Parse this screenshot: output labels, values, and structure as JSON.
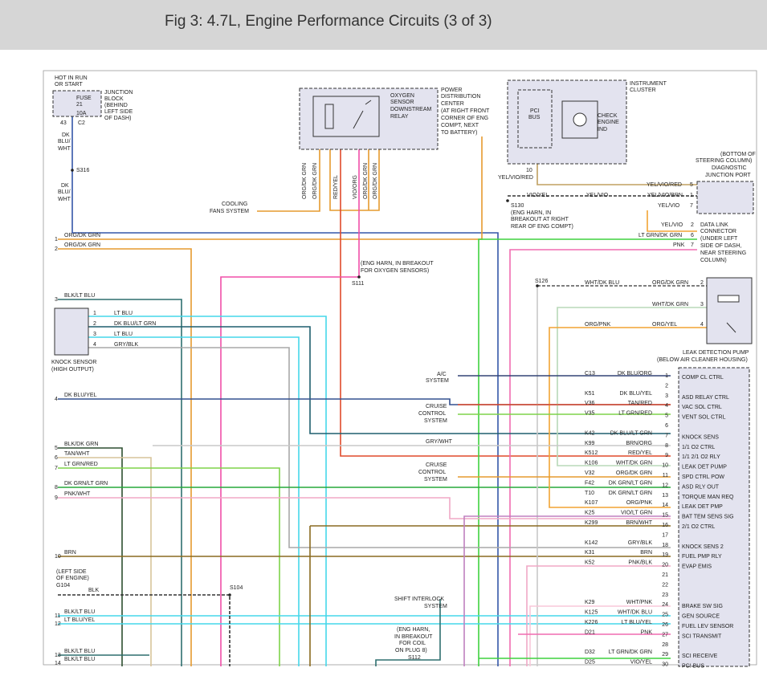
{
  "title": "Fig 3: 4.7L, Engine Performance Circuits (3 of 3)",
  "colors": {
    "dk_blu_wht": "#3557a8",
    "org_dk_grn": "#e69a2e",
    "blk_lt_blu": "#2e6f6f",
    "lt_blu": "#45d7ea",
    "dk_blu_lt_grn": "#1f5f6e",
    "gry_blk": "#a8a8a8",
    "dk_blu_yel": "#34508f",
    "blk_dk_grn": "#2d4f30",
    "tan_wht": "#d7c49a",
    "lt_grn_red": "#7fd34a",
    "dk_grn_lt_grn": "#27a83a",
    "pnk_wht": "#f0a8c6",
    "brn": "#8a6a20",
    "red_yel": "#e04a2a",
    "vio_org": "#f04fa8",
    "lt_grn_dk_grn": "#3fd23f",
    "gry_wht": "#c8c8c8",
    "wht_dk_grn": "#b8d8b8",
    "org_yel": "#f2a434",
    "pnk": "#f06cb0",
    "wht_pnk": "#f8c8da",
    "vio_lt_grn": "#c080c0"
  },
  "labels": {
    "hot_run_start": [
      "HOT IN RUN",
      "OR START"
    ],
    "fuse": [
      "FUSE",
      "21",
      "10A"
    ],
    "junction_block": [
      "JUNCTION",
      "BLOCK",
      "(BEHIND",
      "LEFT SIDE",
      "OF DASH)"
    ],
    "c2": "C2",
    "pin43": "43",
    "dk_blu_wht_1": [
      "DK",
      "BLU/",
      "WHT"
    ],
    "s316": "S316",
    "dk_blu_wht_2": [
      "DK",
      "BLU/",
      "WHT"
    ],
    "o2_relay": [
      "OXYGEN",
      "SENSOR",
      "DOWNSTREAM",
      "RELAY"
    ],
    "pdc": [
      "POWER",
      "DISTRIBUTION",
      "CENTER",
      "(AT RIGHT FRONT",
      "CORNER OF ENG",
      "COMPT, NEXT",
      "TO BATTERY)"
    ],
    "relay_wires": [
      "ORG/DK GRN",
      "ORG/DK GRN",
      "RED/YEL",
      "VIO/ORG",
      "ORG/DK GRN",
      "ORG/DK GRN"
    ],
    "cooling_fans": [
      "COOLING",
      "FANS SYSTEM"
    ],
    "instrument_cluster": [
      "INSTRUMENT",
      "CLUSTER"
    ],
    "pci_bus": [
      "PCI",
      "BUS"
    ],
    "check_engine": [
      "CHECK",
      "ENGINE",
      "IND"
    ],
    "pin10": "10",
    "yel_vio_red_1": "YEL/VIO/RED",
    "steering_col": [
      "(BOTTOM OF",
      "STEERING COLUMN)",
      "DIAGNOSTIC",
      "JUNCTION PORT"
    ],
    "yel_vio_red_2": "YEL/VIO/RED",
    "pin5": "5",
    "vio_yel": "VIO/YEL",
    "yel_vio": "YEL/VIO",
    "yel_vio_brn": "YEL/VIO/BRN",
    "pin1": "1",
    "yel_vio_7": "YEL/VIO",
    "pin7": "7",
    "s130": [
      "S130",
      "(ENG HARN, IN",
      "BREAKOUT AT RIGHT",
      "REAR OF ENG COMPT)"
    ],
    "yel_vio_2": "YEL/VIO",
    "pin2": "2",
    "lt_grn_dk_grn_6": "LT GRN/DK GRN",
    "pin6": "6",
    "pnk_7": "PNK",
    "pin7b": "7",
    "dlc": [
      "DATA LINK",
      "CONNECTOR",
      "(UNDER LEFT",
      "SIDE OF DASH,",
      "NEAR STEERING",
      "COLUMN)"
    ],
    "eng_harn_o2": [
      "(ENG HARN, IN BREAKOUT",
      "FOR OXYGEN SENSORS)"
    ],
    "s111": "S111",
    "left_pins": [
      {
        "n": "1",
        "w": "ORG/DK GRN"
      },
      {
        "n": "2",
        "w": "ORG/DK GRN"
      },
      {
        "n": "3",
        "w": "BLK/LT BLU"
      },
      {
        "n": "4",
        "w": "DK BLU/YEL"
      },
      {
        "n": "5",
        "w": "BLK/DK GRN"
      },
      {
        "n": "6",
        "w": "TAN/WHT"
      },
      {
        "n": "7",
        "w": "LT GRN/RED"
      },
      {
        "n": "8",
        "w": "DK GRN/LT GRN"
      },
      {
        "n": "9",
        "w": "PNK/WHT"
      },
      {
        "n": "10",
        "w": "BRN"
      },
      {
        "n": "11",
        "w": "BLK/LT BLU"
      },
      {
        "n": "12",
        "w": "LT BLU/YEL"
      },
      {
        "n": "13",
        "w": "BLK/LT BLU"
      },
      {
        "n": "14",
        "w": "BLK/LT BLU"
      }
    ],
    "knock_sensor": [
      "KNOCK SENSOR",
      "(HIGH OUTPUT)"
    ],
    "knock_pins": [
      {
        "n": "1",
        "w": "LT BLU"
      },
      {
        "n": "2",
        "w": "DK BLU/LT GRN"
      },
      {
        "n": "3",
        "w": "LT BLU"
      },
      {
        "n": "4",
        "w": "GRY/BLK"
      }
    ],
    "s126": "S126",
    "ldp_wires": [
      {
        "a": "WHT/DK BLU",
        "b": "ORG/DK GRN",
        "n": "2"
      },
      {
        "a": "",
        "b": "WHT/DK GRN",
        "n": "3"
      },
      {
        "a": "ORG/PNK",
        "b": "ORG/YEL",
        "n": "4"
      }
    ],
    "leak_detection_pump": [
      "LEAK DETECTION PUMP",
      "(BELOW AIR CLEANER HOUSING)"
    ],
    "ac_system": [
      "A/C",
      "SYSTEM"
    ],
    "cruise_1": [
      "CRUISE",
      "CONTROL",
      "SYSTEM"
    ],
    "cruise_2": [
      "CRUISE",
      "CONTROL",
      "SYSTEM"
    ],
    "gry_wht": "GRY/WHT",
    "left_side_engine": [
      "(LEFT SIDE",
      "OF ENGINE)",
      "G104"
    ],
    "blk": "BLK",
    "s104": "S104",
    "shift_interlock": [
      "SHIFT INTERLOCK",
      "SYSTEM"
    ],
    "eng_harn_coil": [
      "(ENG HARN,",
      "IN BREAKOUT",
      "FOR COIL",
      "ON PLUG 8)",
      "S112"
    ],
    "pcm_rows": [
      {
        "n": "1",
        "c": "C13",
        "w": "DK BLU/ORG",
        "f": "COMP CL CTRL"
      },
      {
        "n": "2",
        "c": "",
        "w": "",
        "f": ""
      },
      {
        "n": "3",
        "c": "K51",
        "w": "DK BLU/YEL",
        "f": "ASD RELAY CTRL"
      },
      {
        "n": "4",
        "c": "V36",
        "w": "TAN/RED",
        "f": "VAC SOL CTRL"
      },
      {
        "n": "5",
        "c": "V35",
        "w": "LT GRN/RED",
        "f": "VENT SOL CTRL"
      },
      {
        "n": "6",
        "c": "",
        "w": "",
        "f": ""
      },
      {
        "n": "7",
        "c": "K42",
        "w": "DK BLU/LT GRN",
        "f": "KNOCK SENS"
      },
      {
        "n": "8",
        "c": "K99",
        "w": "BRN/ORG",
        "f": "1/1 O2 CTRL"
      },
      {
        "n": "9",
        "c": "K512",
        "w": "RED/YEL",
        "f": "1/1 2/1 O2 RLY"
      },
      {
        "n": "10",
        "c": "K106",
        "w": "WHT/DK GRN",
        "f": "LEAK DET PUMP"
      },
      {
        "n": "11",
        "c": "V32",
        "w": "ORG/DK GRN",
        "f": "SPD CTRL POW"
      },
      {
        "n": "12",
        "c": "F42",
        "w": "DK GRN/LT GRN",
        "f": "ASD RLY OUT"
      },
      {
        "n": "13",
        "c": "T10",
        "w": "DK GRN/LT GRN",
        "f": "TORQUE MAN REQ"
      },
      {
        "n": "14",
        "c": "K107",
        "w": "ORG/PNK",
        "f": "LEAK DET PMP"
      },
      {
        "n": "15",
        "c": "K25",
        "w": "VIO/LT GRN",
        "f": "BAT TEM SENS SIG"
      },
      {
        "n": "16",
        "c": "K299",
        "w": "BRN/WHT",
        "f": "2/1 O2 CTRL"
      },
      {
        "n": "17",
        "c": "",
        "w": "",
        "f": ""
      },
      {
        "n": "18",
        "c": "K142",
        "w": "GRY/BLK",
        "f": "KNOCK SENS 2"
      },
      {
        "n": "19",
        "c": "K31",
        "w": "BRN",
        "f": "FUEL PMP RLY"
      },
      {
        "n": "20",
        "c": "K52",
        "w": "PNK/BLK",
        "f": "EVAP EMIS"
      },
      {
        "n": "21",
        "c": "",
        "w": "",
        "f": ""
      },
      {
        "n": "22",
        "c": "",
        "w": "",
        "f": ""
      },
      {
        "n": "23",
        "c": "",
        "w": "",
        "f": ""
      },
      {
        "n": "24",
        "c": "K29",
        "w": "WHT/PNK",
        "f": "BRAKE SW SIG"
      },
      {
        "n": "25",
        "c": "K125",
        "w": "WHT/DK BLU",
        "f": "GEN SOURCE"
      },
      {
        "n": "26",
        "c": "K226",
        "w": "LT BLU/YEL",
        "f": "FUEL LEV SENSOR"
      },
      {
        "n": "27",
        "c": "D21",
        "w": "PNK",
        "f": "SCI TRANSMIT"
      },
      {
        "n": "28",
        "c": "",
        "w": "",
        "f": ""
      },
      {
        "n": "29",
        "c": "D32",
        "w": "LT GRN/DK GRN",
        "f": "SCI RECEIVE"
      },
      {
        "n": "30",
        "c": "D25",
        "w": "VIO/YEL",
        "f": "PCI BUS"
      }
    ]
  }
}
